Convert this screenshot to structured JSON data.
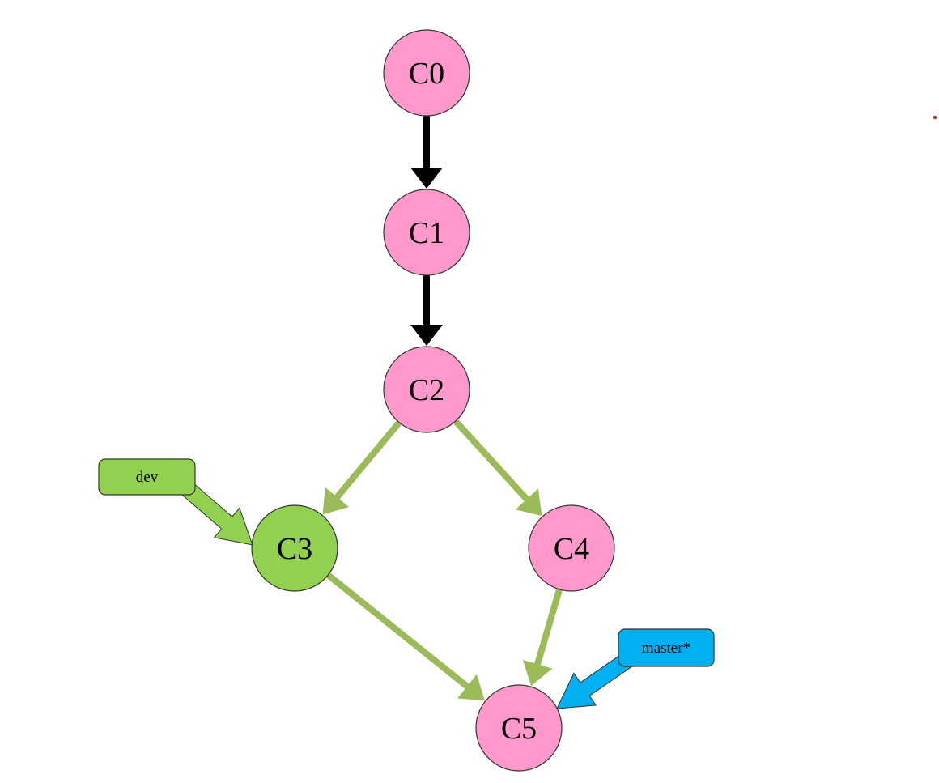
{
  "diagram": {
    "title": "Git commit graph",
    "commits": [
      {
        "id": "C0",
        "label": "C0",
        "color": "#ff99cc"
      },
      {
        "id": "C1",
        "label": "C1",
        "color": "#ff99cc"
      },
      {
        "id": "C2",
        "label": "C2",
        "color": "#ff99cc"
      },
      {
        "id": "C3",
        "label": "C3",
        "color": "#92d050"
      },
      {
        "id": "C4",
        "label": "C4",
        "color": "#ff99cc"
      },
      {
        "id": "C5",
        "label": "C5",
        "color": "#ff99cc"
      }
    ],
    "edges": [
      {
        "from": "C0",
        "to": "C1",
        "color": "#000000"
      },
      {
        "from": "C1",
        "to": "C2",
        "color": "#000000"
      },
      {
        "from": "C2",
        "to": "C3",
        "color": "#9bbb59"
      },
      {
        "from": "C2",
        "to": "C4",
        "color": "#9bbb59"
      },
      {
        "from": "C3",
        "to": "C5",
        "color": "#9bbb59"
      },
      {
        "from": "C4",
        "to": "C5",
        "color": "#9bbb59"
      }
    ],
    "branches": [
      {
        "label": "dev",
        "target": "C3",
        "color": "#92d050"
      },
      {
        "label": "master*",
        "target": "C5",
        "color": "#00b0f0"
      }
    ]
  }
}
